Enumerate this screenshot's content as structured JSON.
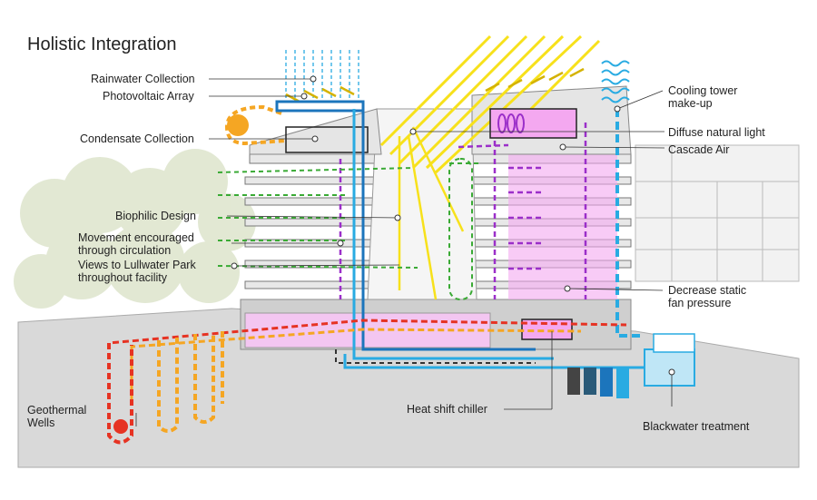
{
  "title": "Holistic Integration",
  "labels": {
    "rainwater": "Rainwater Collection",
    "photovoltaic": "Photovoltaic Array",
    "condensate": "Condensate Collection",
    "biophilic": "Biophilic Design",
    "movement_1": "Movement encouraged",
    "movement_2": "through circulation",
    "views_1": "Views to Lullwater Park",
    "views_2": "throughout facility",
    "geothermal_1": "Geothermal",
    "geothermal_2": "Wells",
    "cooling_1": "Cooling tower",
    "cooling_2": "make-up",
    "diffuse": "Diffuse natural light",
    "cascade": "Cascade Air",
    "decrease_1": "Decrease static",
    "decrease_2": "fan pressure",
    "heat_shift": "Heat shift chiller",
    "blackwater": "Blackwater treatment"
  },
  "colors": {
    "geothermal_hot": "#e63323",
    "geothermal_warm": "#f5a623",
    "water_blue": "#29abe2",
    "water_dark_blue": "#1c75bc",
    "sunlight_yellow": "#f7e11b",
    "cascade_purple": "#9b2fc9",
    "biophilic_green": "#3aaa35",
    "zone_pink": "#f4a8f0",
    "ground_grey": "#d9d9d9"
  }
}
